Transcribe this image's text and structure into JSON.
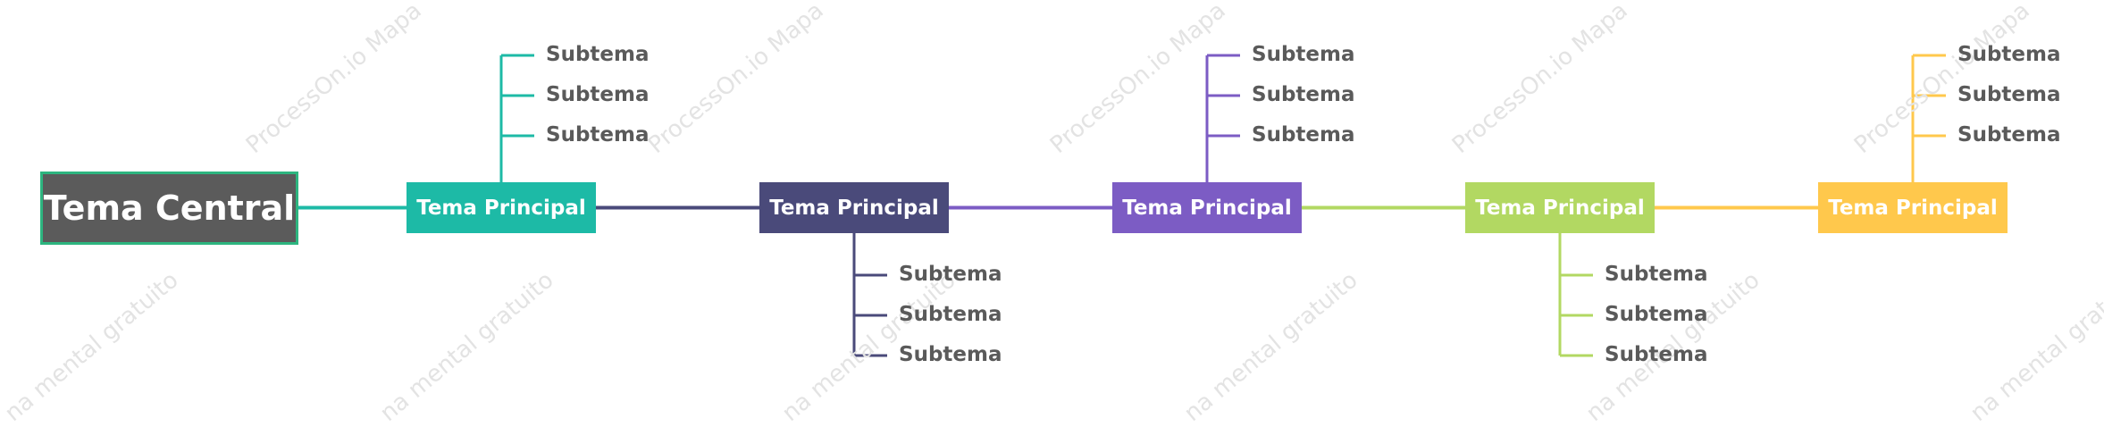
{
  "central": {
    "label": "Tema Central",
    "border_color": "#2db57f",
    "fill": "#5b5b5b"
  },
  "branches": [
    {
      "label": "Tema Principal",
      "color": "#1dbaa6",
      "subtopics": [
        "Subtema",
        "Subtema",
        "Subtema"
      ],
      "direction": "up"
    },
    {
      "label": "Tema Principal",
      "color": "#4a4a7a",
      "subtopics": [
        "Subtema",
        "Subtema",
        "Subtema"
      ],
      "direction": "down"
    },
    {
      "label": "Tema Principal",
      "color": "#7c5cc4",
      "subtopics": [
        "Subtema",
        "Subtema",
        "Subtema"
      ],
      "direction": "up"
    },
    {
      "label": "Tema Principal",
      "color": "#b2d862",
      "subtopics": [
        "Subtema",
        "Subtema",
        "Subtema"
      ],
      "direction": "down"
    },
    {
      "label": "Tema Principal",
      "color": "#ffc84c",
      "subtopics": [
        "Subtema",
        "Subtema",
        "Subtema"
      ],
      "direction": "up"
    }
  ],
  "watermark": {
    "text_a": "ProcessOn.io Mapa",
    "text_b": "na mental gratuito",
    "color": "#e3e3e3"
  }
}
